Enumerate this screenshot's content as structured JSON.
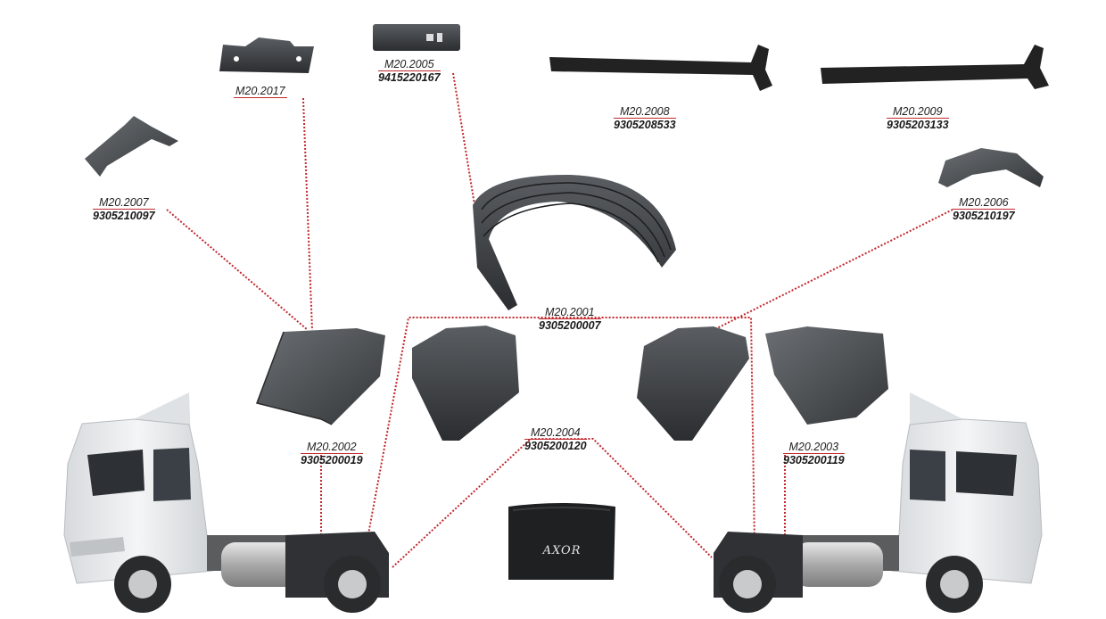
{
  "labels": {
    "m2017": {
      "code": "M20.2017",
      "number": ""
    },
    "m2005": {
      "code": "M20.2005",
      "number": "9415220167"
    },
    "m2008": {
      "code": "M20.2008",
      "number": "9305208533"
    },
    "m2009": {
      "code": "M20.2009",
      "number": "9305203133"
    },
    "m2007": {
      "code": "M20.2007",
      "number": "9305210097"
    },
    "m2006": {
      "code": "M20.2006",
      "number": "9305210197"
    },
    "m2001": {
      "code": "M20.2001",
      "number": "9305200007"
    },
    "m2002": {
      "code": "M20.2002",
      "number": "9305200019"
    },
    "m2004": {
      "code": "M20.2004",
      "number": "9305200120"
    },
    "m2003": {
      "code": "M20.2003",
      "number": "9305200119"
    }
  },
  "mudflap_logo": "AXOR",
  "colors": {
    "leader_line": "#c0282d",
    "part_dark": "#3a3d40",
    "truck_white": "#e9ecee"
  }
}
